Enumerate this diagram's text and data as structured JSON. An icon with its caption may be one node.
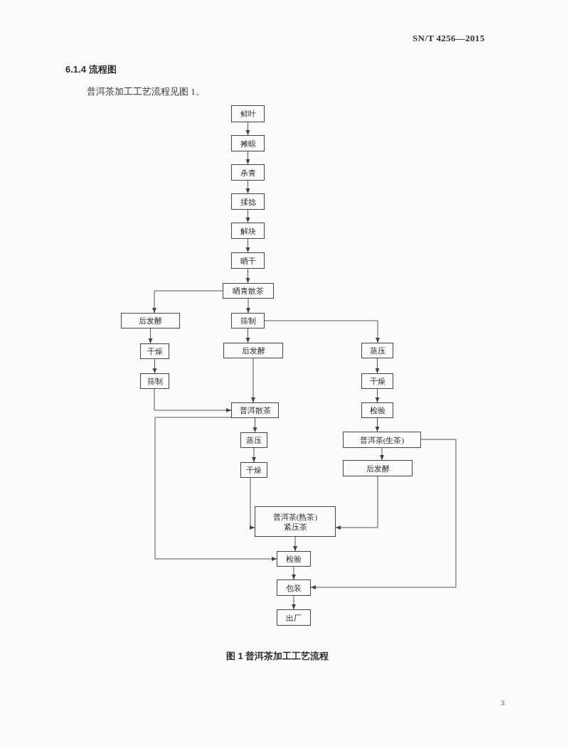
{
  "diagram": {
    "title": "6.1.4 流程图",
    "caption": "图 1 普洱茶加工工艺流程",
    "nodes": [
      {
        "text": [
          "鲜叶"
        ]
      },
      {
        "text": [
          "摊晾"
        ]
      },
      {
        "text": [
          "杀青"
        ]
      },
      {
        "text": [
          "揉捻"
        ]
      },
      {
        "text": [
          "解块"
        ]
      },
      {
        "text": [
          "晒干"
        ]
      },
      {
        "text": [
          "晒青散茶"
        ]
      },
      {
        "text": [
          "后发酵"
        ]
      },
      {
        "text": [
          "筛制"
        ]
      },
      {
        "text": [
          "干燥"
        ]
      },
      {
        "text": [
          "后发酵"
        ]
      },
      {
        "text": [
          "蒸压"
        ]
      },
      {
        "text": [
          "筛制"
        ]
      },
      {
        "text": [
          "干燥"
        ]
      },
      {
        "text": [
          "普洱散茶"
        ]
      },
      {
        "text": [
          "检验"
        ]
      },
      {
        "text": [
          "蒸压"
        ]
      },
      {
        "text": [
          "普洱茶(生茶)"
        ]
      },
      {
        "text": [
          "干燥"
        ]
      },
      {
        "text": [
          "后发酵"
        ]
      },
      {
        "text": [
          "普洱茶(熟茶)",
          "紧压茶"
        ]
      },
      {
        "text": [
          "检验"
        ]
      },
      {
        "text": [
          "包装"
        ]
      },
      {
        "text": [
          "出厂"
        ]
      }
    ],
    "edges": [
      {
        "from": 0,
        "to": 1,
        "arrow": "to"
      },
      {
        "from": 1,
        "to": 2,
        "arrow": "to"
      },
      {
        "from": 2,
        "to": 3,
        "arrow": "to"
      },
      {
        "from": 3,
        "to": 4,
        "arrow": "to"
      },
      {
        "from": 4,
        "to": 5,
        "arrow": "to"
      },
      {
        "from": 5,
        "to": 6,
        "arrow": "to"
      },
      {
        "from": 6,
        "to": 7,
        "arrow": "to"
      },
      {
        "from": 6,
        "to": 8,
        "arrow": "to"
      },
      {
        "from": 8,
        "to": 10,
        "arrow": "to"
      },
      {
        "from": 8,
        "to": 11,
        "arrow": "to"
      },
      {
        "from": 7,
        "to": 9,
        "arrow": "to"
      },
      {
        "from": 9,
        "to": 12,
        "arrow": "to"
      },
      {
        "from": 12,
        "to": 14,
        "arrow": "to"
      },
      {
        "from": 10,
        "to": 14,
        "arrow": "to"
      },
      {
        "from": 11,
        "to": 13,
        "arrow": "to"
      },
      {
        "from": 13,
        "to": 15,
        "arrow": "to"
      },
      {
        "from": 15,
        "to": 17,
        "arrow": "to"
      },
      {
        "from": 14,
        "to": 16,
        "arrow": "to"
      },
      {
        "from": 16,
        "to": 18,
        "arrow": "to"
      },
      {
        "from": 14,
        "to": 21,
        "arrow": "to"
      },
      {
        "from": 18,
        "to": 20,
        "arrow": "to"
      },
      {
        "from": 17,
        "to": 19,
        "arrow": "to"
      },
      {
        "from": 19,
        "to": 20,
        "arrow": "to"
      },
      {
        "from": 17,
        "to": 22,
        "arrow": "to"
      },
      {
        "from": 20,
        "to": 21,
        "arrow": "to"
      },
      {
        "from": 21,
        "to": 22,
        "arrow": "to"
      },
      {
        "from": 22,
        "to": 23,
        "arrow": "to"
      }
    ],
    "labels": [
      "SN/T 4256—2015",
      "普洱茶加工工艺流程见图 1。",
      "3"
    ]
  }
}
